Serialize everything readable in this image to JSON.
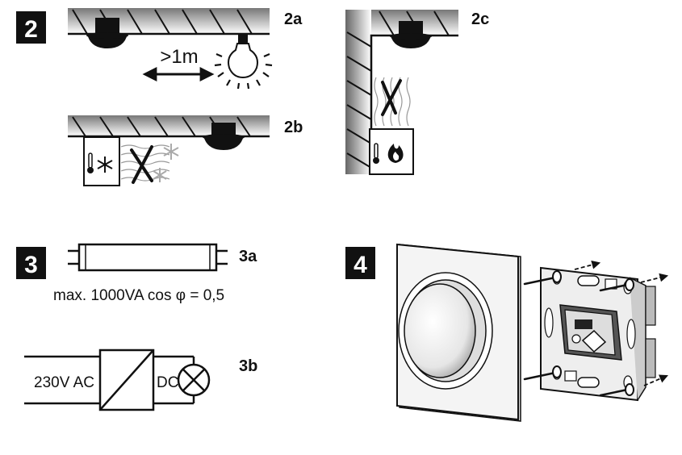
{
  "step2": {
    "badge": "2",
    "a": {
      "label": "2a",
      "distance": ">1m"
    },
    "b": {
      "label": "2b"
    },
    "c": {
      "label": "2c"
    }
  },
  "step3": {
    "badge": "3",
    "a": {
      "label": "3a",
      "spec": "max. 1000VA cos φ = 0,5"
    },
    "b": {
      "label": "3b",
      "input": "230V AC",
      "output": "DC"
    }
  },
  "step4": {
    "badge": "4"
  }
}
